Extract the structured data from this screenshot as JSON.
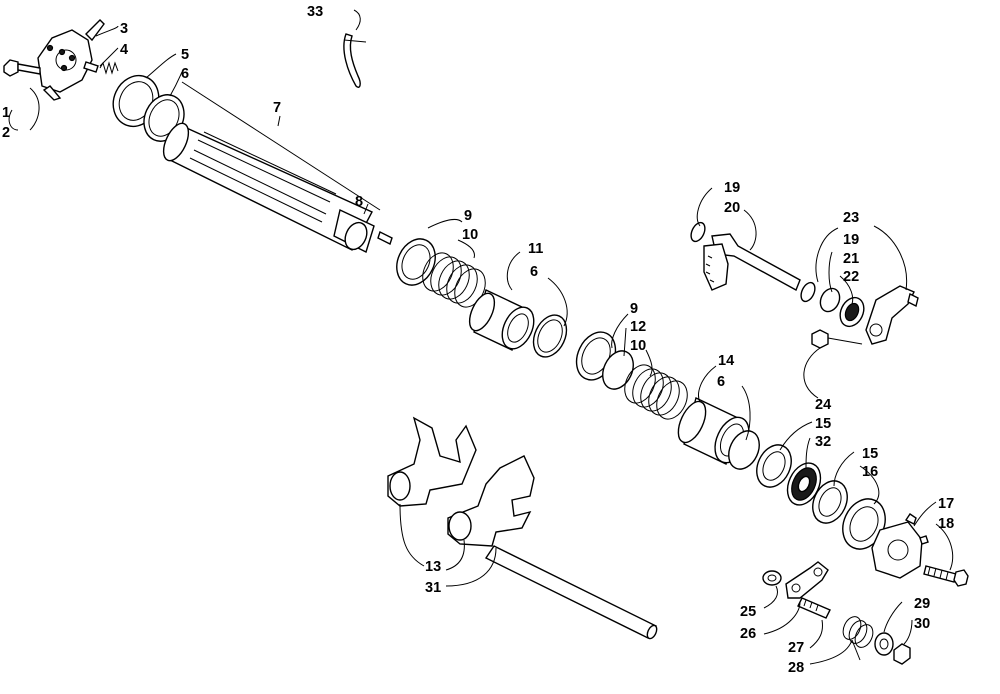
{
  "diagram": {
    "type": "exploded-parts-view",
    "callouts": [
      "1",
      "2",
      "3",
      "4",
      "5",
      "6",
      "7",
      "8",
      "9",
      "10",
      "11",
      "6",
      "9",
      "12",
      "10",
      "14",
      "6",
      "19",
      "20",
      "23",
      "19",
      "21",
      "22",
      "24",
      "15",
      "32",
      "15",
      "16",
      "17",
      "18",
      "13",
      "31",
      "25",
      "26",
      "27",
      "28",
      "29",
      "30",
      "33"
    ],
    "parts": [
      {
        "id": "cover-plate",
        "callout_ids": [
          "1",
          "2",
          "3",
          "4"
        ]
      },
      {
        "id": "snap-ring",
        "callout_ids": [
          "5",
          "6"
        ]
      },
      {
        "id": "shift-drum",
        "callout_ids": [
          "7",
          "8"
        ]
      },
      {
        "id": "washer-spring-set-a",
        "callout_ids": [
          "9",
          "10"
        ]
      },
      {
        "id": "collar-a",
        "callout_ids": [
          "11",
          "6"
        ]
      },
      {
        "id": "washer-spring-set-b",
        "callout_ids": [
          "9",
          "12",
          "10"
        ]
      },
      {
        "id": "collar-b",
        "callout_ids": [
          "14",
          "6"
        ]
      },
      {
        "id": "shift-shaft",
        "callout_ids": [
          "19",
          "20"
        ]
      },
      {
        "id": "shift-arm",
        "callout_ids": [
          "23",
          "19",
          "21",
          "22",
          "24"
        ]
      },
      {
        "id": "bearing-set",
        "callout_ids": [
          "15",
          "32",
          "15",
          "16"
        ]
      },
      {
        "id": "sprocket",
        "callout_ids": [
          "17",
          "18"
        ]
      },
      {
        "id": "shift-forks",
        "callout_ids": [
          "13",
          "31"
        ]
      },
      {
        "id": "linkage-plate",
        "callout_ids": [
          "25",
          "26"
        ]
      },
      {
        "id": "spring-pin",
        "callout_ids": [
          "27",
          "28"
        ]
      },
      {
        "id": "washer-nut",
        "callout_ids": [
          "29",
          "30"
        ]
      },
      {
        "id": "cotter-pin",
        "callout_ids": [
          "33"
        ]
      }
    ]
  }
}
